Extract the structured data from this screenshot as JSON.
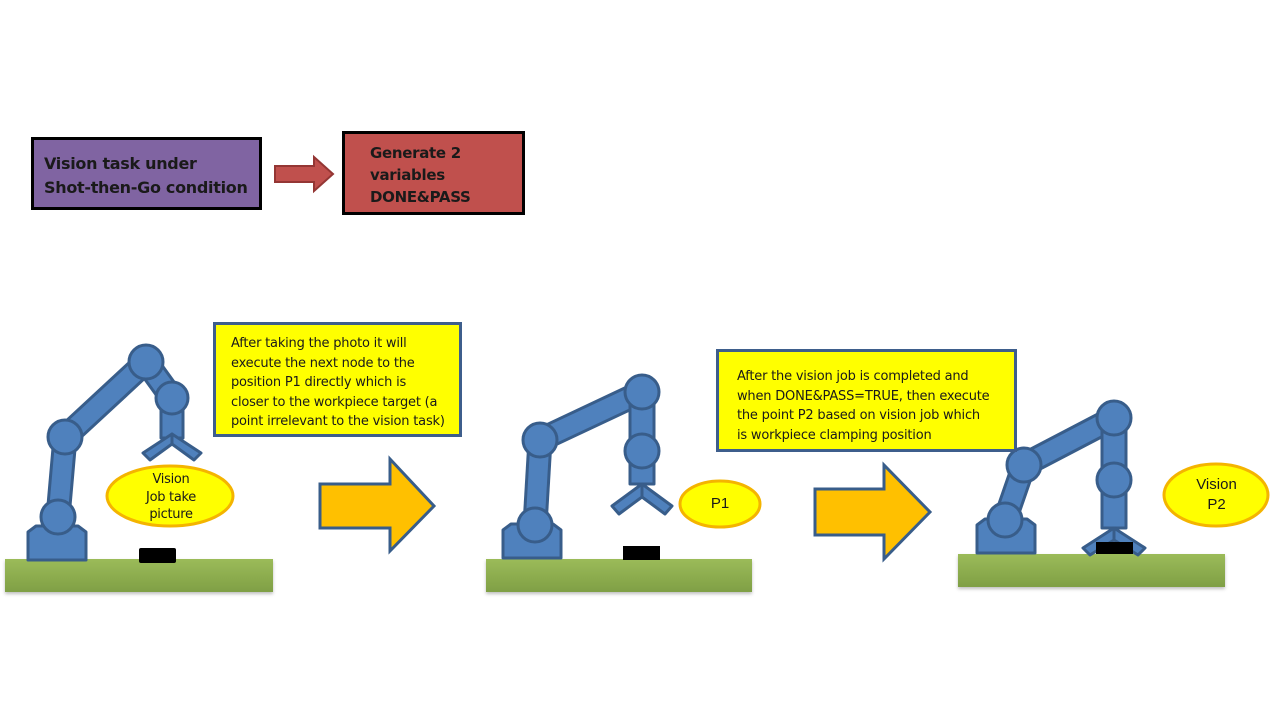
{
  "flow": {
    "task_box": {
      "lines": [
        "Vision task under",
        "Shot-then-Go condition"
      ],
      "color": "#8064a2"
    },
    "connector_icon": "arrow-right-icon",
    "variables_box": {
      "lines": [
        "Generate 2",
        "variables",
        "DONE&PASS"
      ],
      "color": "#c0504d"
    }
  },
  "stages": [
    {
      "name": "take-picture",
      "label": [
        "Vision",
        "Job take",
        "picture"
      ]
    },
    {
      "name": "move-p1",
      "label": [
        "P1"
      ]
    },
    {
      "name": "move-p2",
      "label": [
        "Vision",
        "P2"
      ]
    }
  ],
  "notes": [
    {
      "lines": [
        "After taking the photo  it will",
        "execute the next node to the",
        "position P1 directly which is",
        "closer to the workpiece target (a",
        "point irrelevant to the vision task)"
      ]
    },
    {
      "lines": [
        "After the vision job is completed and",
        "when DONE&PASS=TRUE, then execute",
        "the point P2 based on vision job which",
        "is workpiece clamping position"
      ]
    }
  ],
  "colors": {
    "robot": "#4f81bd",
    "robot_outline": "#385d8a",
    "table": "#9bbb59",
    "arrow": "#ffc000",
    "callout": "#ffff00",
    "callout_border": "#f4b400"
  }
}
